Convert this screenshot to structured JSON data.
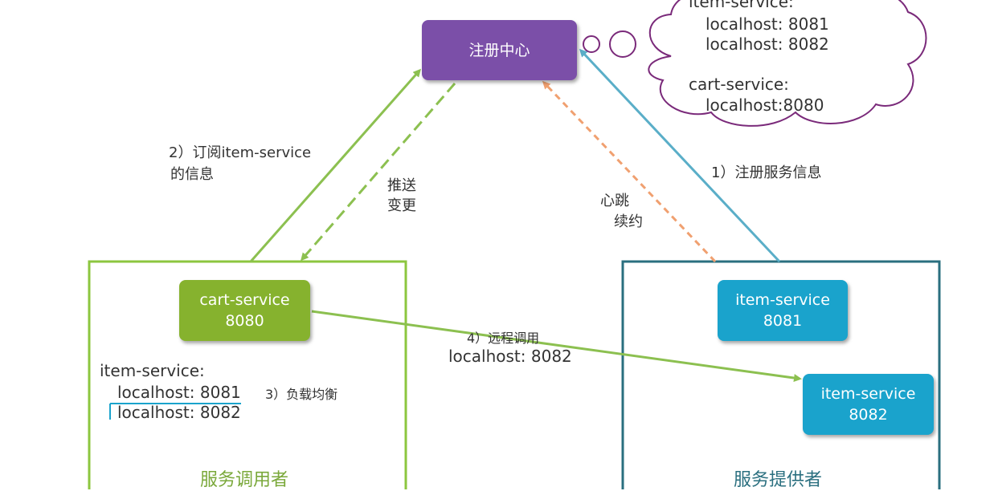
{
  "registry": {
    "label": "注册中心"
  },
  "cloud": {
    "line1": "item-service:",
    "line2": "localhost: 8081",
    "line3": "localhost: 8082",
    "line4": "cart-service:",
    "line5": "localhost:8080"
  },
  "consumer": {
    "caption": "服务调用者",
    "service_name": "cart-service",
    "service_port": "8080",
    "list_title": "item-service:",
    "list_item1": "localhost: 8081",
    "list_item2": "localhost: 8082"
  },
  "provider": {
    "caption": "服务提供者",
    "service1_name": "item-service",
    "service1_port": "8081",
    "service2_name": "item-service",
    "service2_port": "8082"
  },
  "labels": {
    "subscribe_line1": "2）订阅item-service",
    "subscribe_line2": "的信息",
    "push_line1": "推送",
    "push_line2": "变更",
    "heartbeat_line1": "心跳",
    "heartbeat_line2": "续约",
    "register": "1）注册服务信息",
    "load_balance": "3）负载均衡",
    "remote_call_line1": "4）远程调用",
    "remote_call_line2": "localhost: 8082"
  },
  "colors": {
    "registry": "#7b4fa8",
    "consumer_green": "#86b22e",
    "consumer_frame": "#8cc63f",
    "provider_blue": "#1aa3cc",
    "provider_frame": "#2a6f7f",
    "heartbeat_orange": "#f0a070",
    "cloud_outline": "#7a2a7a"
  }
}
